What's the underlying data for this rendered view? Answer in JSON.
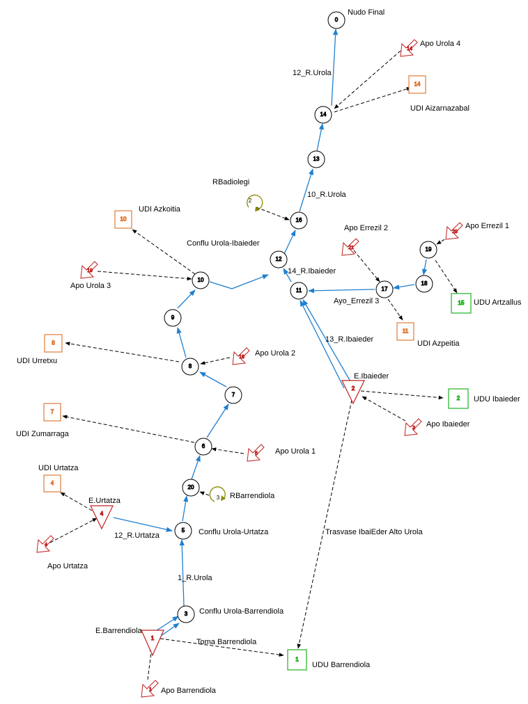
{
  "colors": {
    "flow": "#1f7fd0",
    "dashed": "#000000",
    "udi": "#e07b39",
    "udu": "#20b020",
    "apo": "#c02020",
    "reservoir": "#8a8a00"
  },
  "junctions": [
    {
      "id": "n0",
      "num": "0"
    },
    {
      "id": "n14",
      "num": "14"
    },
    {
      "id": "n13",
      "num": "13"
    },
    {
      "id": "n16",
      "num": "16"
    },
    {
      "id": "n12",
      "num": "12"
    },
    {
      "id": "n11",
      "num": "11"
    },
    {
      "id": "n10",
      "num": "10"
    },
    {
      "id": "n9",
      "num": "9"
    },
    {
      "id": "n8",
      "num": "8"
    },
    {
      "id": "n7",
      "num": "7"
    },
    {
      "id": "n6",
      "num": "6"
    },
    {
      "id": "n20",
      "num": "20"
    },
    {
      "id": "n5",
      "num": "5"
    },
    {
      "id": "n3",
      "num": "3"
    },
    {
      "id": "n17",
      "num": "17"
    },
    {
      "id": "n18",
      "num": "18"
    },
    {
      "id": "n19",
      "num": "19"
    }
  ],
  "reservoirs_triangle": [
    {
      "id": "t1",
      "num": "1",
      "label": "E.Barrendiola"
    },
    {
      "id": "t2",
      "num": "2",
      "label": "E.Ibaieder"
    },
    {
      "id": "t4",
      "num": "4",
      "label": "E.Urtatza"
    }
  ],
  "udi_boxes": [
    {
      "id": "b14",
      "num": "14",
      "label": "UDI Aizarnazabal"
    },
    {
      "id": "b10",
      "num": "10",
      "label": "UDI Azkoitia"
    },
    {
      "id": "b8",
      "num": "8",
      "label": "UDI Urretxu"
    },
    {
      "id": "b7",
      "num": "7",
      "label": "UDI Zumarraga"
    },
    {
      "id": "b4",
      "num": "4",
      "label": "UDI Urtatza"
    },
    {
      "id": "b11",
      "num": "11",
      "label": "UDI Azpeitia"
    }
  ],
  "udu_boxes": [
    {
      "id": "g15",
      "num": "15",
      "label": "UDU Artzallus"
    },
    {
      "id": "g2",
      "num": "2",
      "label": "UDU Ibaieder"
    },
    {
      "id": "g1",
      "num": "1",
      "label": "UDU Barrendiola"
    }
  ],
  "apo_inflows": [
    {
      "id": "a14",
      "num": "14",
      "label": "Apo Urola 4"
    },
    {
      "id": "a19",
      "num": "19",
      "label": "Apo Urola 3"
    },
    {
      "id": "a18",
      "num": "18",
      "label": "Apo Urola 2"
    },
    {
      "id": "a5",
      "num": "5",
      "label": "Apo Urola 1"
    },
    {
      "id": "a4",
      "num": "4",
      "label": "Apo Urtatza"
    },
    {
      "id": "a1",
      "num": "1",
      "label": "Apo Barrendiola"
    },
    {
      "id": "a2",
      "num": "2",
      "label": "Apo Ibaieder"
    },
    {
      "id": "a20",
      "num": "20",
      "label": "Apo Errezil 1"
    },
    {
      "id": "a21",
      "num": "21",
      "label": "Apo Errezil 2"
    }
  ],
  "small_reservoirs": [
    {
      "id": "r2",
      "num": "2",
      "label": "RBadiolegi"
    },
    {
      "id": "r3",
      "num": "3",
      "label": "RBarrendiola"
    }
  ],
  "labels": {
    "nudo_final": "Nudo Final",
    "r12_urola": "12_R.Urola",
    "r10_urola": "10_R.Urola",
    "conflu_urola_ibaieder": "Conflu Urola-Ibaieder",
    "r14_ibaieder": "14_R.Ibaieder",
    "ayo_errezil": "Ayo_Errezil 3",
    "r13_ibaieder": "13_R.Ibaieder",
    "conflu_urola_urtatza": "Conflu Urola-Urtatza",
    "r12_urtatza": "12_R.Urtatza",
    "r1_urola": "1_R.Urola",
    "conflu_urola_barrendiola": "Conflu Urola-Barrendiola",
    "toma_barrendiola": "Toma Barrendiola",
    "trasvase": "Trasvase IbaiEder Alto Urola"
  }
}
